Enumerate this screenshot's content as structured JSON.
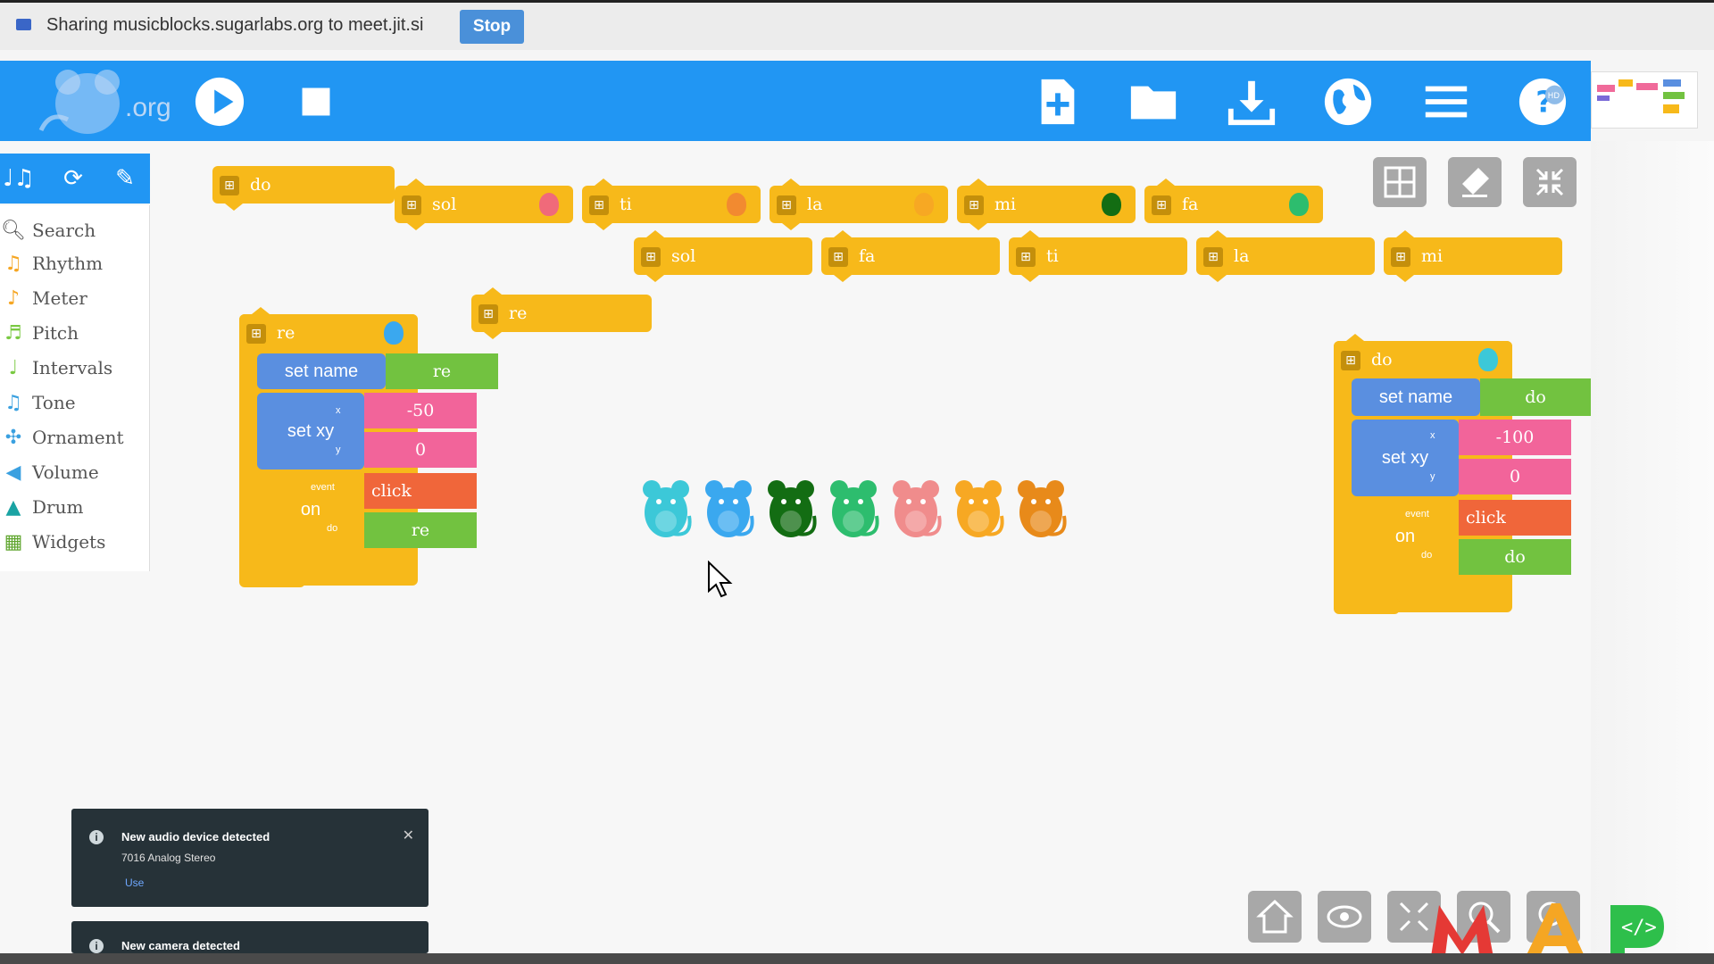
{
  "share_bar": {
    "text": "Sharing musicblocks.sugarlabs.org to meet.jit.si",
    "stop_label": "Stop"
  },
  "toolbar": {
    "logo_text": ".org",
    "help_badge": "HD",
    "icons": [
      "play-icon",
      "stop-icon",
      "new-project-icon",
      "open-folder-icon",
      "download-icon",
      "globe-icon",
      "menu-icon",
      "help-icon"
    ]
  },
  "palette": {
    "items": [
      {
        "label": "Search",
        "icon": "search-icon",
        "color": "#666666"
      },
      {
        "label": "Rhythm",
        "icon": "rhythm-icon",
        "color": "#f5a623"
      },
      {
        "label": "Meter",
        "icon": "meter-icon",
        "color": "#f5a623"
      },
      {
        "label": "Pitch",
        "icon": "pitch-icon",
        "color": "#7ac943"
      },
      {
        "label": "Intervals",
        "icon": "intervals-icon",
        "color": "#7ac943"
      },
      {
        "label": "Tone",
        "icon": "tone-icon",
        "color": "#3aa0e0"
      },
      {
        "label": "Ornament",
        "icon": "ornament-icon",
        "color": "#3aa0e0"
      },
      {
        "label": "Volume",
        "icon": "volume-icon",
        "color": "#3aa0e0"
      },
      {
        "label": "Drum",
        "icon": "drum-icon",
        "color": "#1aa3a3"
      },
      {
        "label": "Widgets",
        "icon": "widgets-icon",
        "color": "#5fa52e"
      }
    ]
  },
  "blocks": {
    "do_top": "do",
    "row1": [
      "sol",
      "ti",
      "la",
      "mi",
      "fa"
    ],
    "row2": [
      "sol",
      "fa",
      "ti",
      "la",
      "mi"
    ],
    "re_small": "re",
    "start_left": {
      "name": "re",
      "set_name_label": "set name",
      "set_name_value": "re",
      "set_xy_label": "set xy",
      "x_label": "x",
      "y_label": "y",
      "x_value": "-50",
      "y_value": "0",
      "on_label": "on",
      "event_label": "event",
      "do_label": "do",
      "event_value": "click",
      "do_value": "re"
    },
    "start_right": {
      "name": "do",
      "set_name_label": "set name",
      "set_name_value": "do",
      "set_xy_label": "set xy",
      "x_label": "x",
      "y_label": "y",
      "x_value": "-100",
      "y_value": "0",
      "on_label": "on",
      "event_label": "event",
      "do_label": "do",
      "event_value": "click",
      "do_value": "do"
    }
  },
  "colors": {
    "toolbar": "#2196f3",
    "block_flow": "#f7b91a",
    "block_action": "#5a8fe0",
    "block_arg_pink": "#f2649a",
    "block_arg_green": "#72c240",
    "block_arg_orange": "#f0663a"
  },
  "mice_colors": [
    "#3cc8d8",
    "#3aa8ef",
    "#136d13",
    "#2dbd6e",
    "#f08c8c",
    "#f7a823",
    "#e88a1a"
  ],
  "notifications": [
    {
      "title": "New audio device detected",
      "subtitle": "7016 Analog Stereo",
      "action": "Use"
    },
    {
      "title": "New camera detected"
    }
  ]
}
